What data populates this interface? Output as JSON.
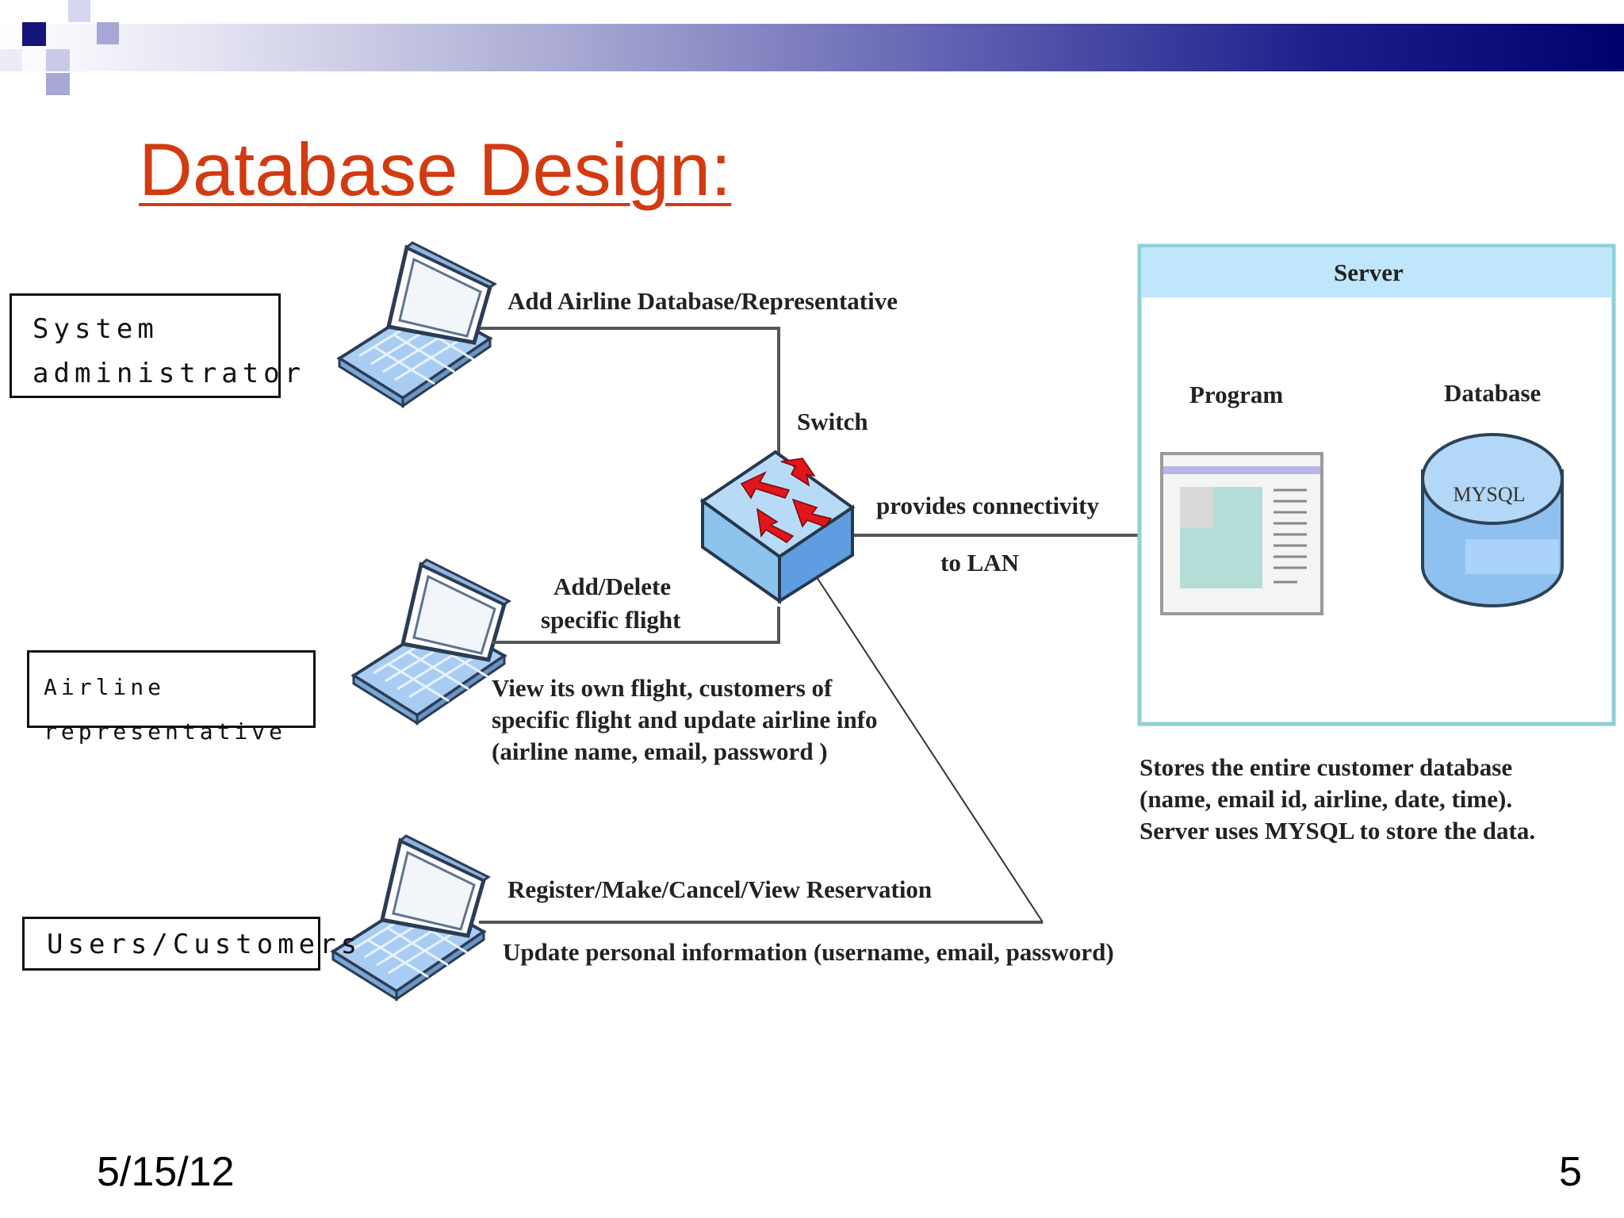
{
  "slide": {
    "title": "Database Design:",
    "date": "5/15/12",
    "page_number": "5"
  },
  "roles": {
    "admin": {
      "line1": "System",
      "line2": "administrator"
    },
    "airline_rep": "Airline representative",
    "users": "Users/Customers"
  },
  "edges": {
    "admin_action": "Add Airline Database/Representative",
    "rep_action_line1": "Add/Delete",
    "rep_action_line2": "specific flight",
    "rep_view_line1": "View its own flight, customers of",
    "rep_view_line2": "specific flight and update airline info",
    "rep_view_line3": "(airline name, email, password )",
    "user_action": "Register/Make/Cancel/View Reservation",
    "user_update": "Update personal information (username, email, password)",
    "lan_line1": "provides connectivity",
    "lan_line2": "to LAN"
  },
  "switch": {
    "label": "Switch"
  },
  "server": {
    "title": "Server",
    "program_label": "Program",
    "database_label": "Database",
    "db_engine": "MYSQL",
    "desc_line1": "Stores the entire customer database",
    "desc_line2": "(name, email id, airline, date, time).",
    "desc_line3": "Server uses MYSQL to store the data."
  },
  "colors": {
    "title": "#d23b12",
    "header_dark": "#00006e",
    "server_border": "#8fd0d6",
    "server_header": "#bfe6fb",
    "laptop": "#a9cdf2",
    "switch": "#8cc4ee",
    "arrows": "#e0161c"
  },
  "icons": [
    "laptop-icon",
    "network-switch-icon",
    "program-window-icon",
    "database-cylinder-icon"
  ]
}
